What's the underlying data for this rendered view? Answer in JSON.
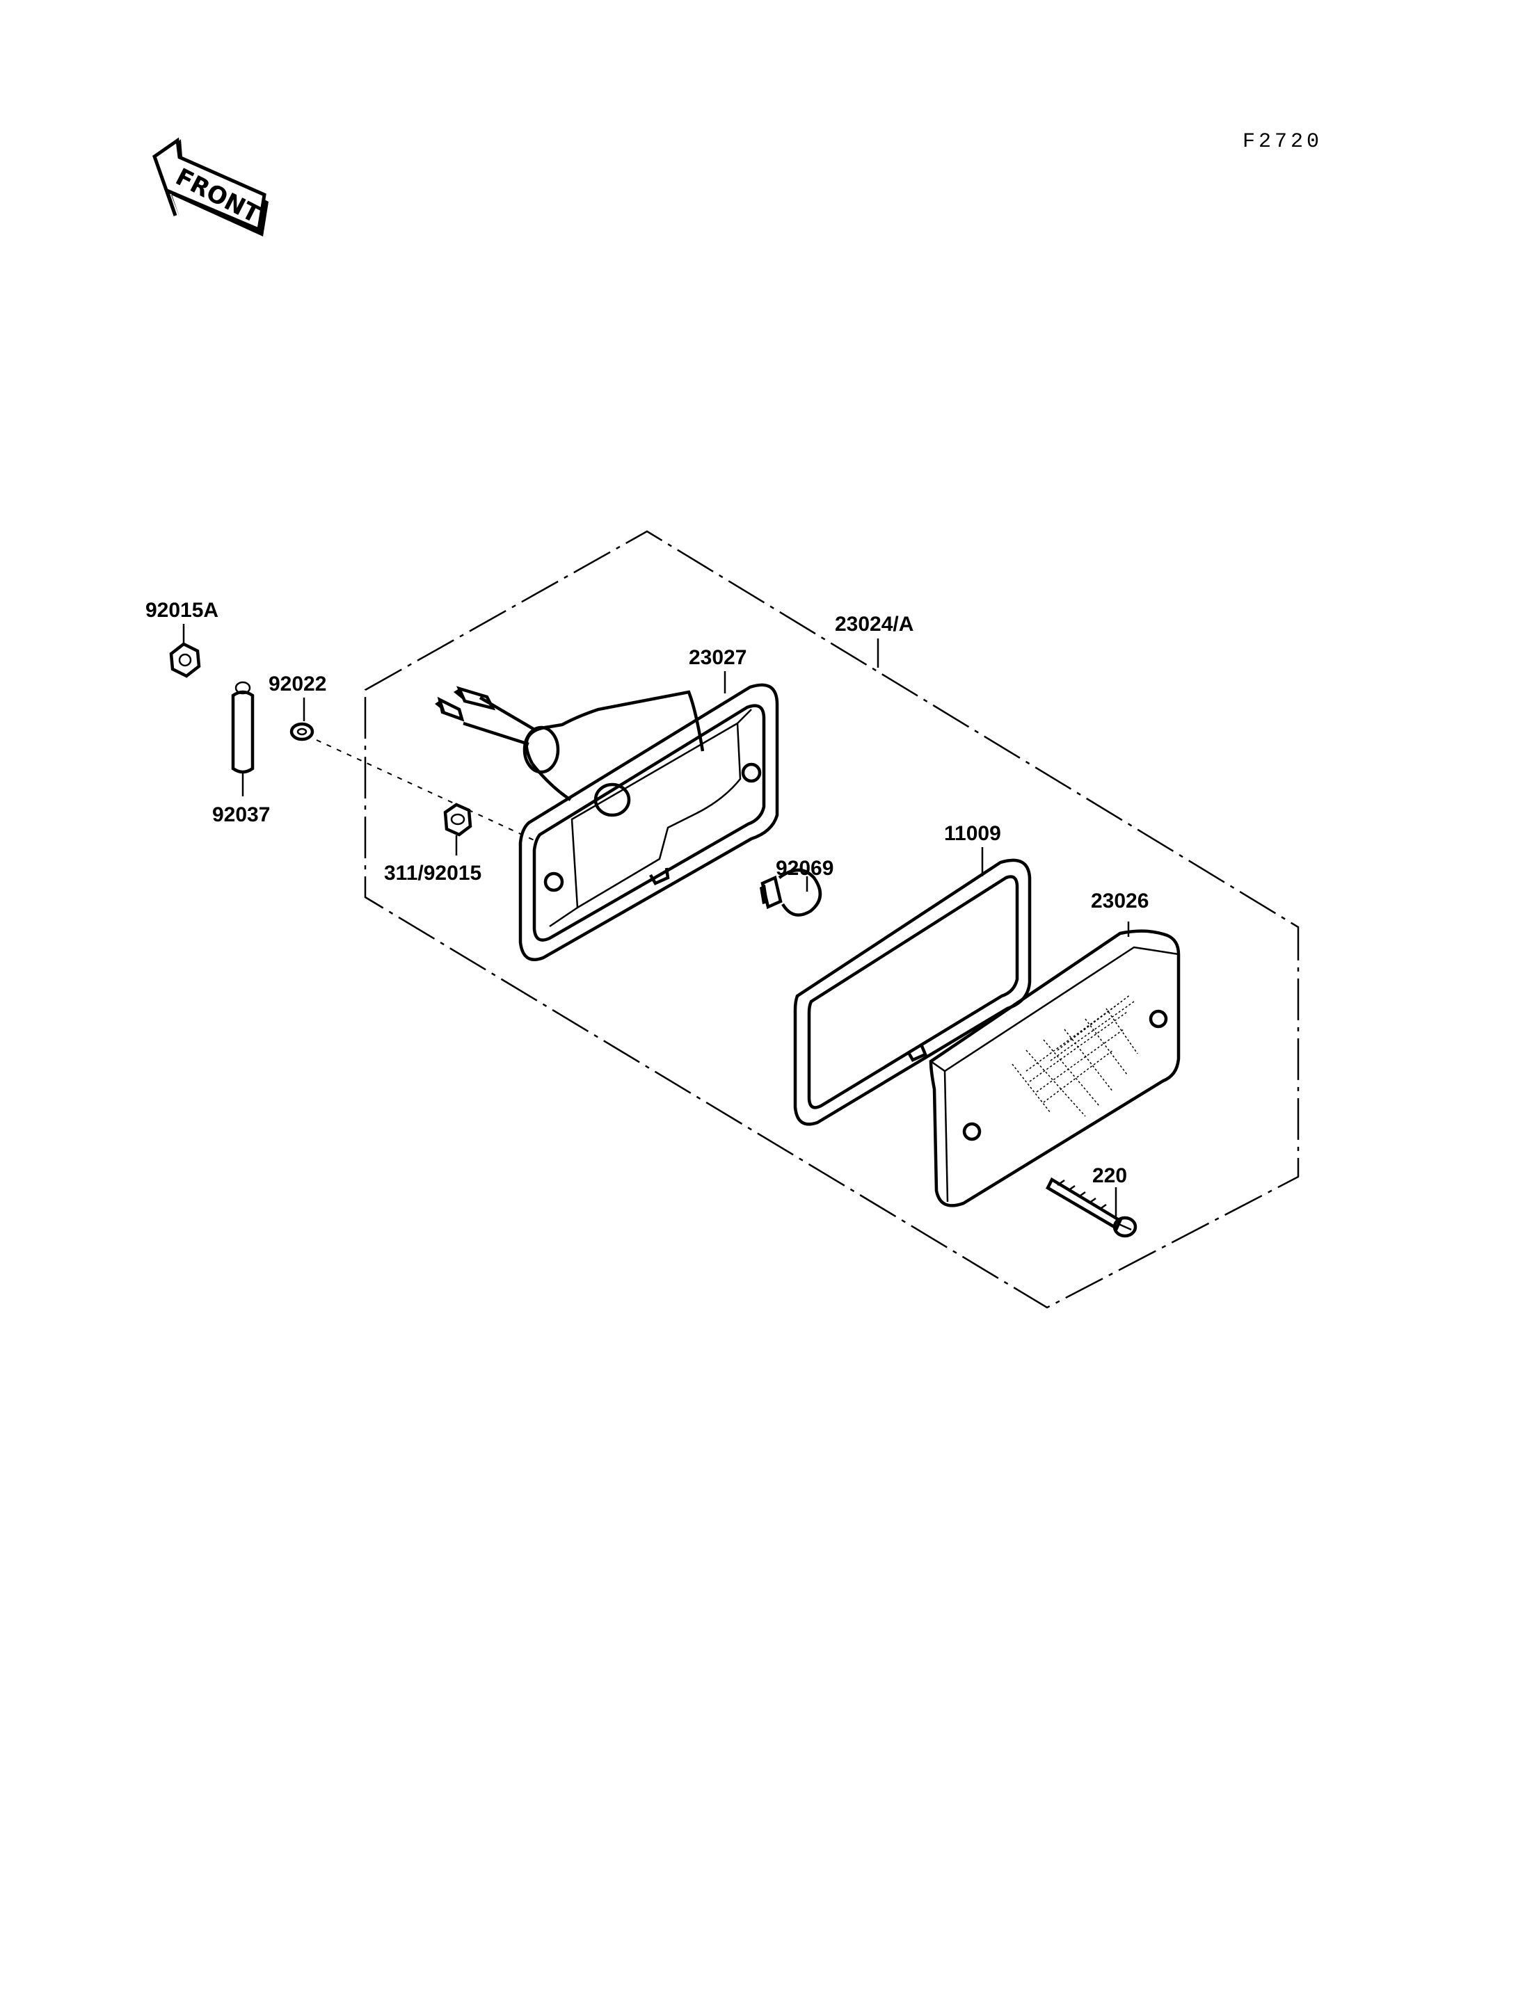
{
  "figure_code": "F2720",
  "front_arrow_text": "FRONT",
  "parts": {
    "p92015A": "92015A",
    "p92022": "92022",
    "p92037": "92037",
    "p311_92015": "311/92015",
    "p23027": "23027",
    "p23024A": "23024/A",
    "p92069": "92069",
    "p11009": "11009",
    "p23026": "23026",
    "p220": "220"
  }
}
